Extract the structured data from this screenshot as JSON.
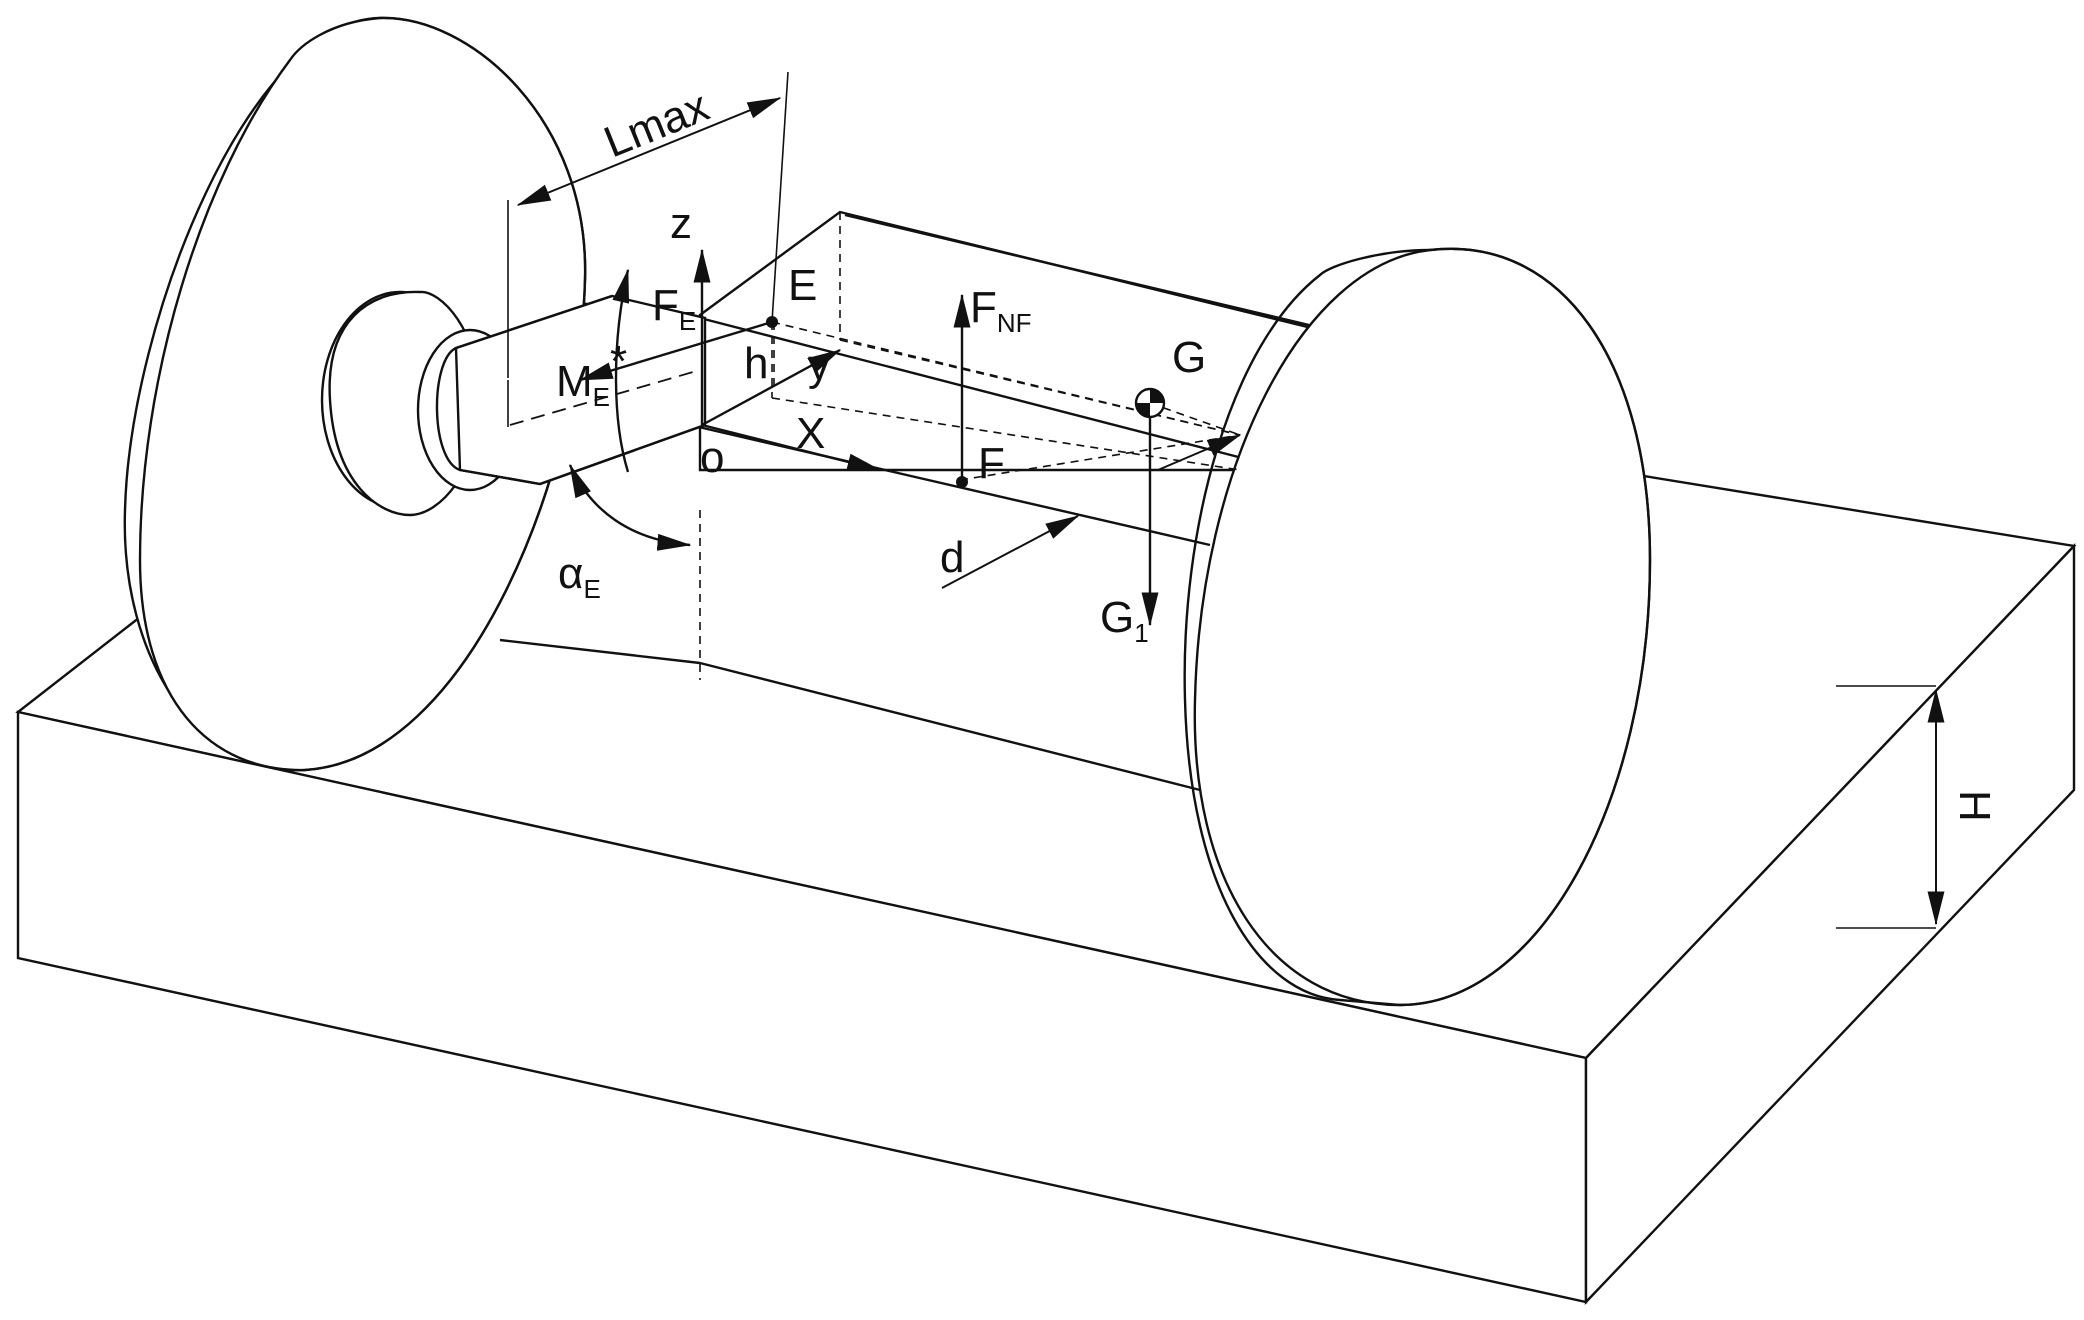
{
  "labels": {
    "lmax": "Lmax",
    "z": "z",
    "e": "E",
    "fe_main": "F",
    "fe_sub": "E",
    "fnf_main": "F",
    "fnf_sub": "NF",
    "g": "G",
    "h": "h",
    "y": "y",
    "me_main": "M",
    "me_sub": "E",
    "me_star": "*",
    "o": "o",
    "x": "X",
    "f": "F",
    "d": "d",
    "alpha_main": "α",
    "alpha_sub": "E",
    "g1_main": "G",
    "g1_sub": "1",
    "height": "H"
  }
}
